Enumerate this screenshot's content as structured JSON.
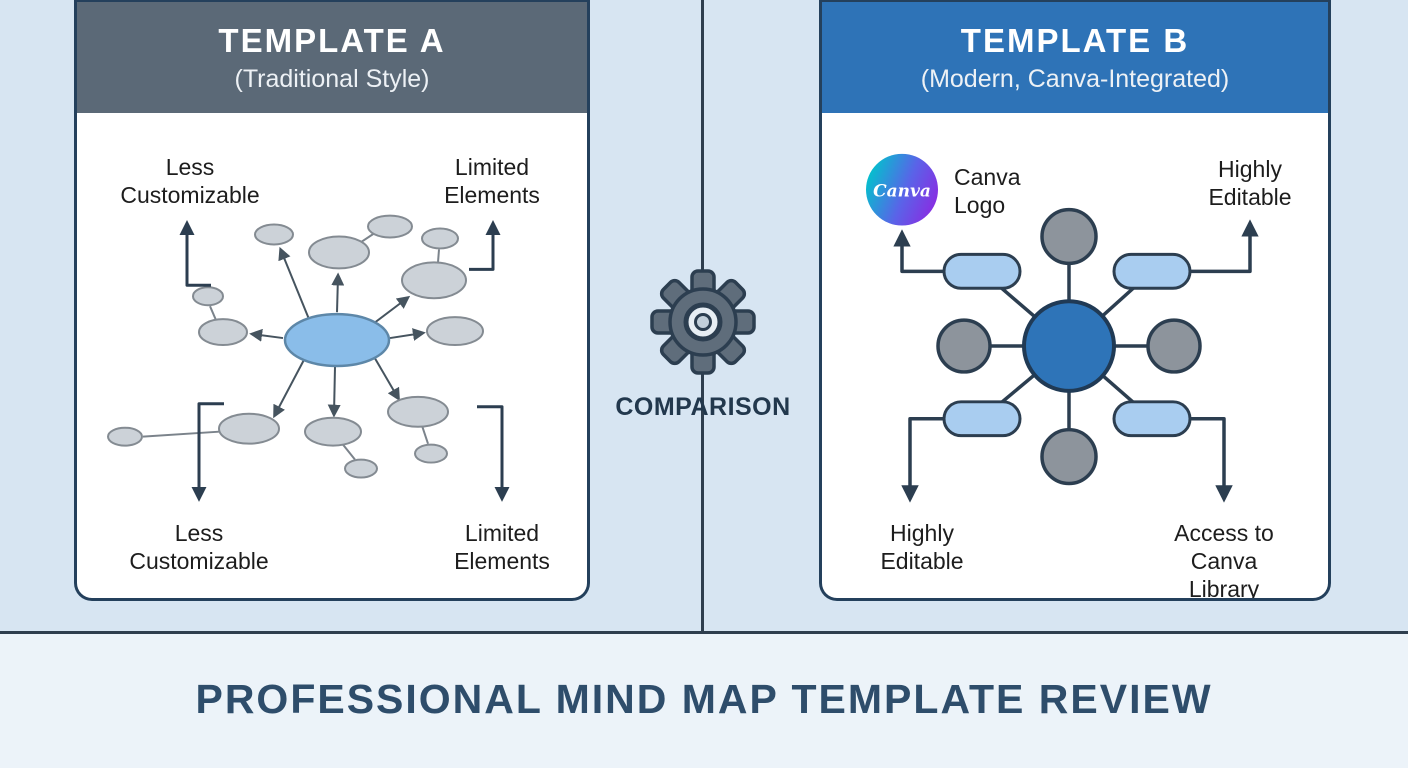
{
  "page": {
    "footer_title": "PROFESSIONAL MIND MAP TEMPLATE REVIEW",
    "comparison_label": "COMPARISON"
  },
  "template_a": {
    "title": "TEMPLATE A",
    "subtitle": "(Traditional Style)",
    "labels": {
      "top_left": "Less\nCustomizable",
      "top_right": "Limited\nElements",
      "bottom_left": "Less\nCustomizable",
      "bottom_right": "Limited\nElements"
    }
  },
  "template_b": {
    "title": "TEMPLATE B",
    "subtitle": "(Modern, Canva-Integrated)",
    "canva_logo_text": "Canva",
    "labels": {
      "canva_logo": "Canva\nLogo",
      "top_right": "Highly\nEditable",
      "bottom_left": "Highly\nEditable",
      "bottom_right": "Access to\nCanva Library"
    }
  },
  "colors": {
    "background": "#d7e5f2",
    "template_a_header": "#5b6977",
    "template_b_header": "#2e73b7",
    "divider": "#2e3e4e",
    "accent_navy": "#2c3e50",
    "center_node_a": "#8abde9",
    "center_node_b": "#2e74b8",
    "canva_gradient_start": "#00c4cc",
    "canva_gradient_end": "#8a2be2"
  }
}
